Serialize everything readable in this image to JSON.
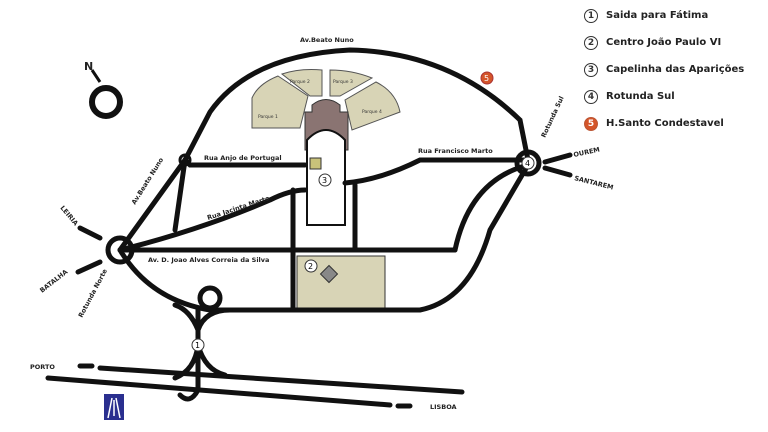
{
  "legend": [
    {
      "num": "1",
      "label": "Saida para Fátima"
    },
    {
      "num": "2",
      "label": "Centro João Paulo VI"
    },
    {
      "num": "3",
      "label": "Capelinha das Aparições"
    },
    {
      "num": "4",
      "label": "Rotunda Sul"
    },
    {
      "num": "5",
      "label": "H.Santo Condestavel"
    }
  ],
  "streets": {
    "beato_nuno_top": "Av.Beato Nuno",
    "beato_nuno_left": "Av.Beato Nuno",
    "anjo": "Rua Anjo de Portugal",
    "francisco": "Rua Francisco Marto",
    "jacinta": "Rua Jacinta Marto",
    "correia": "Av. D. Joao Alves Correia da Silva",
    "rotunda_sul": "Rotunda Sul",
    "rotunda_norte": "Rotunda Norte"
  },
  "parks": [
    "Parque 1",
    "Parque 2",
    "Parque 3",
    "Parque 4"
  ],
  "destinations": {
    "leiria": "LEIRIA",
    "batalha": "BATALHA",
    "ourem": "OUREM",
    "santarem": "SANTAREM",
    "porto": "PORTO",
    "lisboa": "LISBOA"
  },
  "compass": "N",
  "colors": {
    "park": "#d8d4b6",
    "building": "#8a7472",
    "marker5": "#d4552a",
    "motorway": "#2a2f8f"
  }
}
